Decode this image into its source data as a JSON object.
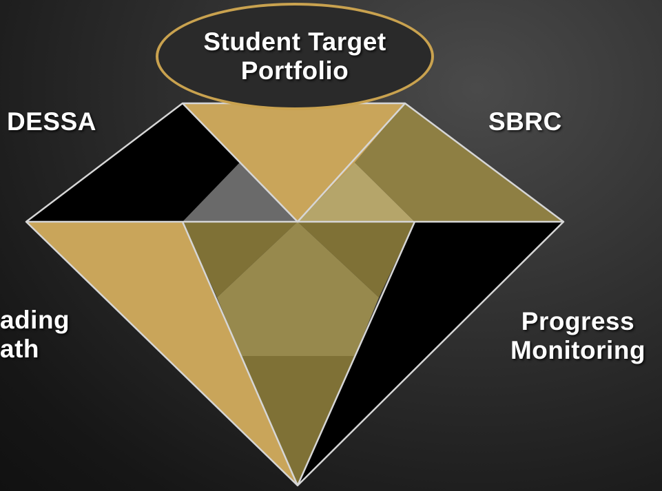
{
  "title": {
    "line1": "Student Target",
    "line2": "Portfolio"
  },
  "labels": {
    "top_left": "DESSA",
    "top_right": "SBRC",
    "left_line1": "ading",
    "left_line2": "ath",
    "right_line1": "Progress",
    "right_line2": "Monitoring"
  },
  "colors": {
    "gold": "#c9a55a",
    "olive_dark": "#7f7136",
    "olive": "#8e7f43",
    "olive_light": "#97894d",
    "pale_gold": "#b5a56a",
    "grey": "#6a6a6a",
    "black": "#000000",
    "edge": "#d6d6d6"
  }
}
